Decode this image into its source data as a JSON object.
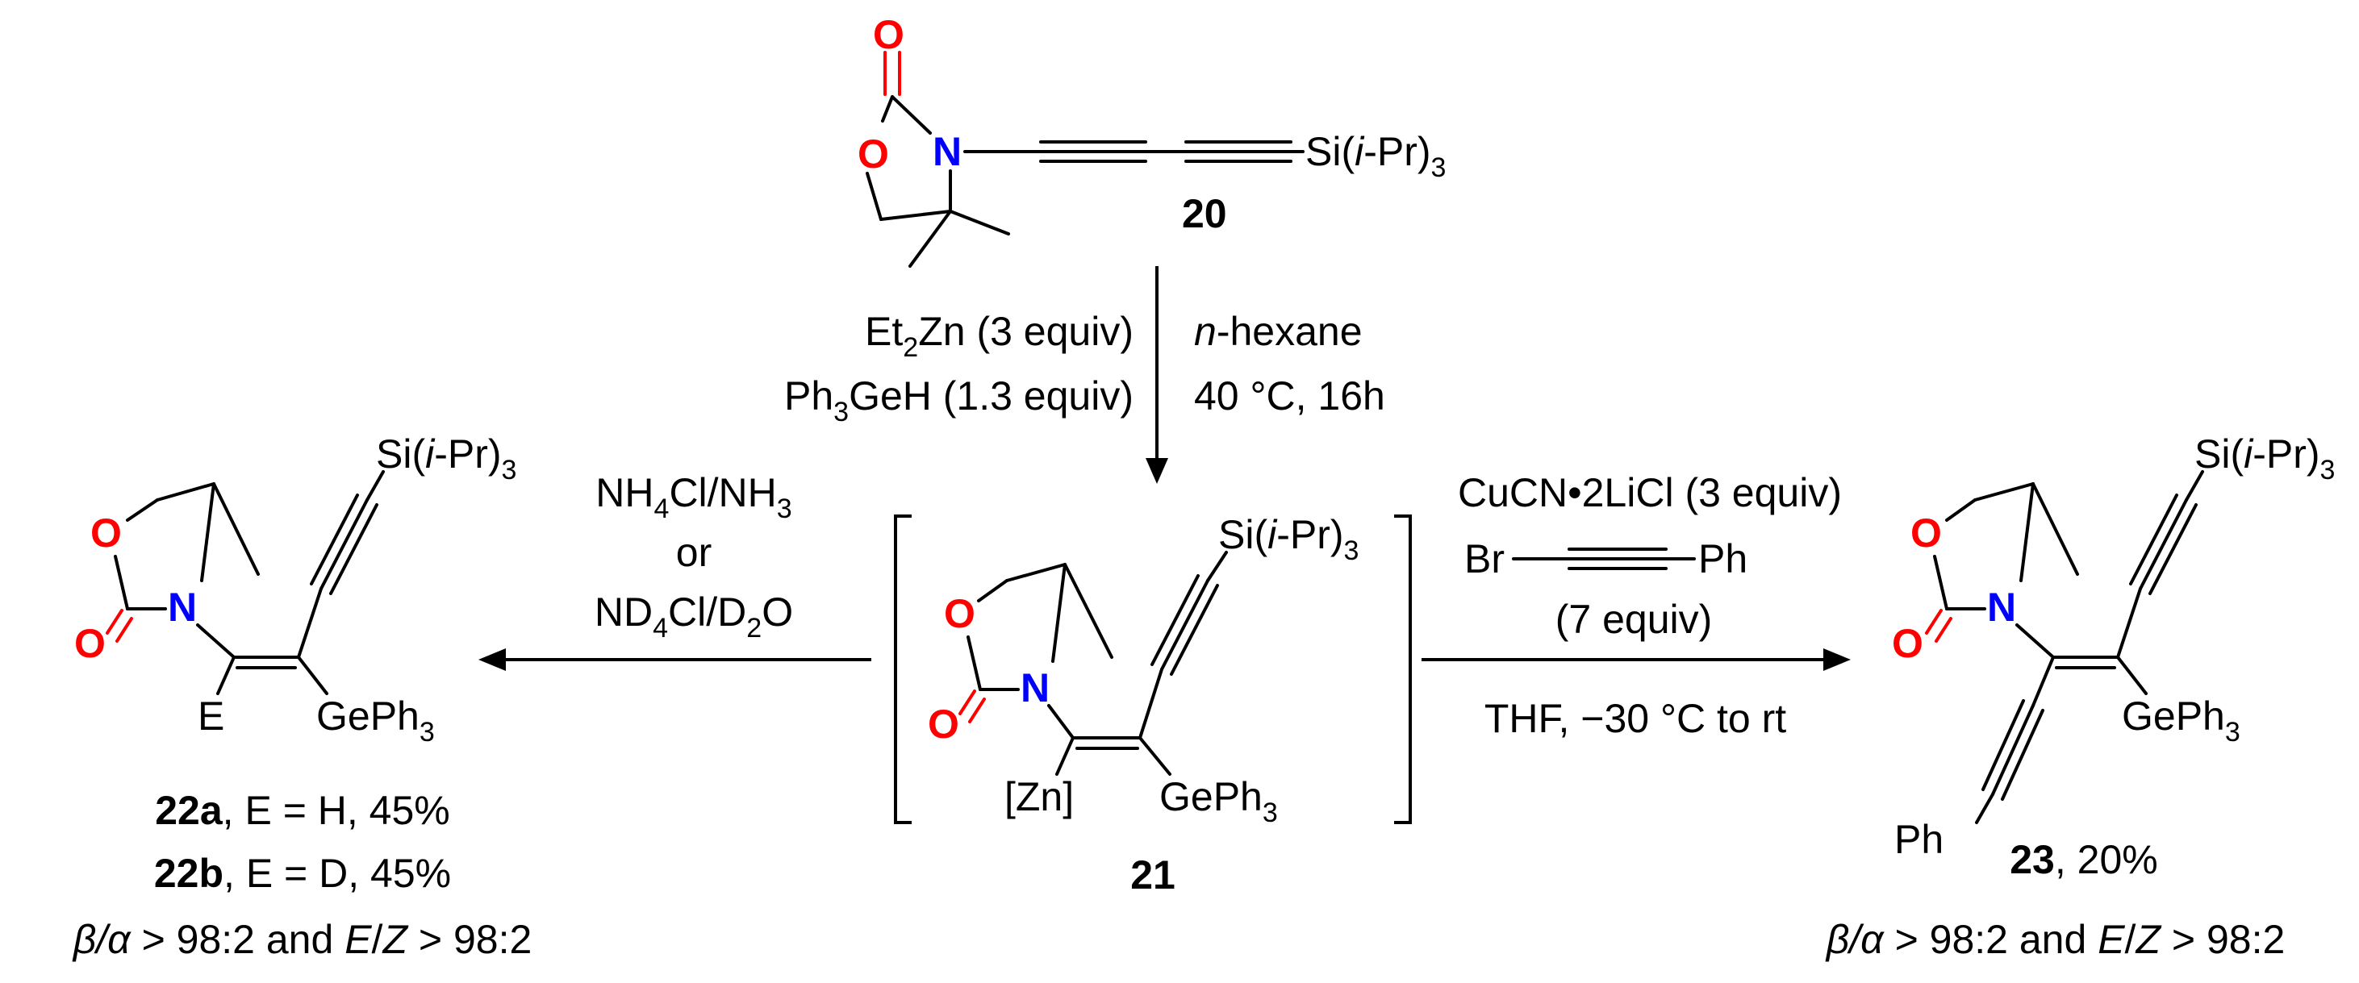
{
  "compound_20": {
    "label": "20",
    "substituent": "Si(i-Pr)3"
  },
  "reagents_down": {
    "line1_left": "Et2Zn (3 equiv)",
    "line2_left": "Ph3GeH (1.3 equiv)",
    "line1_right": "n-hexane",
    "line2_right": "40 °C, 16h"
  },
  "reagents_left": {
    "line1": "NH4Cl/NH3",
    "line2": "or",
    "line3": "ND4Cl/D2O"
  },
  "reagents_right": {
    "line1": "CuCN•2LiCl (3 equiv)",
    "line2_left": "Br",
    "line2_right": "Ph",
    "line3": "(7 equiv)",
    "line4": "THF, −30 °C to rt"
  },
  "intermediate_21": {
    "label": "21",
    "metal": "[Zn]",
    "substituent": "Si(i-Pr)3",
    "germyl": "GePh3"
  },
  "product_22": {
    "E_label": "E",
    "substituent": "Si(i-Pr)3",
    "germyl": "GePh3",
    "line_a": {
      "bold": "22a",
      "rest": ", E = H, 45%"
    },
    "line_b": {
      "bold": "22b",
      "rest": ", E = D, 45%"
    },
    "selectivity": "β/α > 98:2 and E/Z > 98:2"
  },
  "product_23": {
    "substituent": "Si(i-Pr)3",
    "germyl": "GePh3",
    "phenyl": "Ph",
    "yield": {
      "bold": "23",
      "rest": ", 20%"
    },
    "selectivity": "β/α > 98:2 and E/Z > 98:2"
  }
}
